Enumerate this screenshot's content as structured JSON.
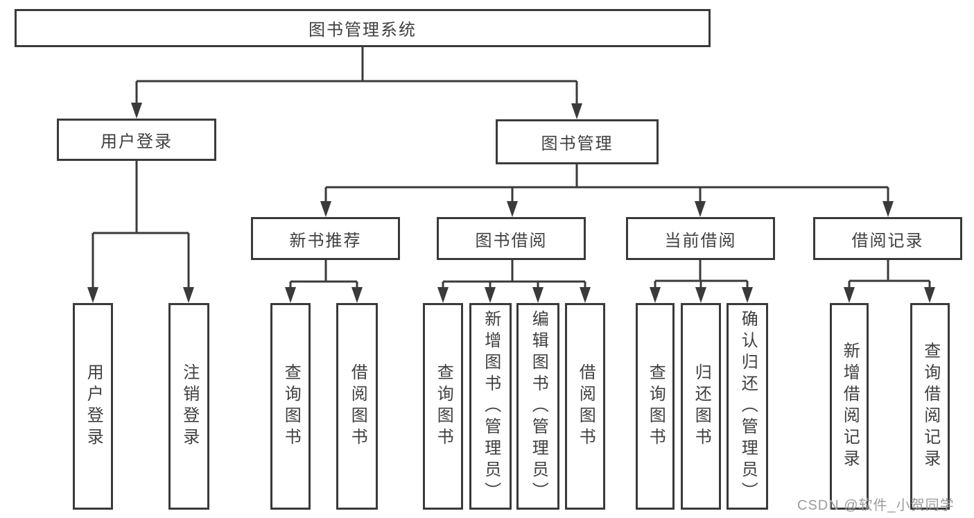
{
  "title": {
    "label": "图书管理系统"
  },
  "level2": [
    {
      "label": "用户登录"
    },
    {
      "label": "图书管理"
    }
  ],
  "level3": [
    {
      "label": "新书推荐"
    },
    {
      "label": "图书借阅"
    },
    {
      "label": "当前借阅"
    },
    {
      "label": "借阅记录"
    }
  ],
  "leaves": {
    "user_login": [
      {
        "label": "用户登录"
      },
      {
        "label": "注销登录"
      }
    ],
    "new_book_recommend": [
      {
        "label": "查询图书"
      },
      {
        "label": "借阅图书"
      }
    ],
    "book_borrow": [
      {
        "label": "查询图书"
      },
      {
        "label": "新增图书（管理员）"
      },
      {
        "label": "编辑图书（管理员）"
      },
      {
        "label": "借阅图书"
      }
    ],
    "current_borrow": [
      {
        "label": "查询图书"
      },
      {
        "label": "归还图书"
      },
      {
        "label": "确认归还（管理员）"
      }
    ],
    "borrow_records": [
      {
        "label": "新增借阅记录"
      },
      {
        "label": "查询借阅记录"
      }
    ]
  },
  "watermark": {
    "text": "CSDN @软件_小贺同学"
  },
  "colors": {
    "line": "#3a3a3a",
    "text": "#3f3f3f",
    "watermark": "#9b9b9b",
    "background": "#ffffff"
  }
}
